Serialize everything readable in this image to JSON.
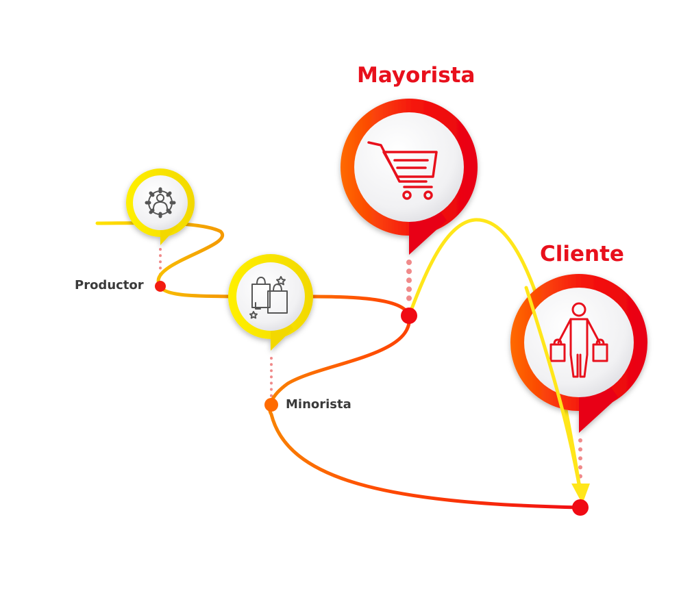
{
  "diagram": {
    "stages": [
      {
        "id": "productor",
        "label": "Productor",
        "icon": "gear-person-icon"
      },
      {
        "id": "minorista",
        "label": "Minorista",
        "icon": "shopping-bags-icon"
      },
      {
        "id": "mayorista",
        "label": "Mayorista",
        "icon": "shopping-cart-icon"
      },
      {
        "id": "cliente",
        "label": "Cliente",
        "icon": "person-with-bags-icon"
      }
    ],
    "colors": {
      "red": "#f00a14",
      "orange": "#ff6a00",
      "yellow": "#ffe400",
      "gold": "#f4a300",
      "label_dark": "#3a3a3a",
      "label_red": "#e8101c",
      "icon_red": "#e8101c",
      "icon_gray": "#555555"
    }
  }
}
